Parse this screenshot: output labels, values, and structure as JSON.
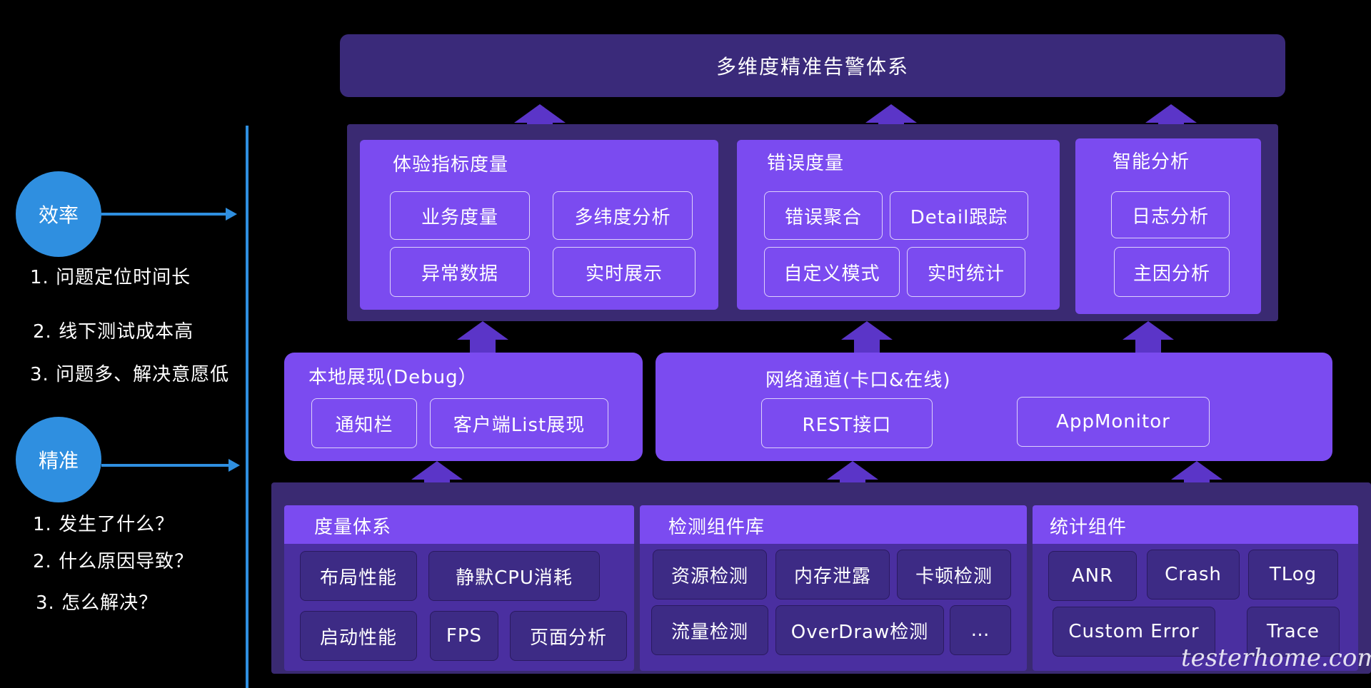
{
  "top_bar": {
    "label": "多维度精准告警体系"
  },
  "left": {
    "efficiency": {
      "label": "效率",
      "notes": [
        "1. 问题定位时间长",
        "2. 线下测试成本高",
        "3. 问题多、解决意愿低"
      ]
    },
    "precision": {
      "label": "精准",
      "notes": [
        "1. 发生了什么？",
        "2. 什么原因导致？",
        "3. 怎么解决？"
      ]
    }
  },
  "tier3": {
    "experience": {
      "title": "体验指标度量",
      "items": [
        "业务度量",
        "多纬度分析",
        "异常数据",
        "实时展示"
      ]
    },
    "error": {
      "title": "错误度量",
      "items": [
        "错误聚合",
        "Detail跟踪",
        "自定义模式",
        "实时统计"
      ]
    },
    "smart": {
      "title": "智能分析",
      "items": [
        "日志分析",
        "主因分析"
      ]
    }
  },
  "tier2": {
    "local": {
      "title": "本地展现(Debug）",
      "items": [
        "通知栏",
        "客户端List展现"
      ]
    },
    "network": {
      "title": "网络通道(卡口&在线)",
      "items": [
        "REST接口",
        "AppMonitor"
      ]
    }
  },
  "tier1": {
    "metric": {
      "title": "度量体系",
      "items": [
        "布局性能",
        "静默CPU消耗",
        "启动性能",
        "FPS",
        "页面分析"
      ]
    },
    "detect": {
      "title": "检测组件库",
      "items": [
        "资源检测",
        "内存泄露",
        "卡顿检测",
        "流量检测",
        "OverDraw检测",
        "…"
      ]
    },
    "stats": {
      "title": "统计组件",
      "items": [
        "ANR",
        "Crash",
        "TLog",
        "Custom Error",
        "Trace"
      ]
    }
  },
  "watermark": "testerhome.com",
  "colors": {
    "accent": "#7b4bf0",
    "left_blue": "#2f8fe0",
    "background": "#000000"
  }
}
